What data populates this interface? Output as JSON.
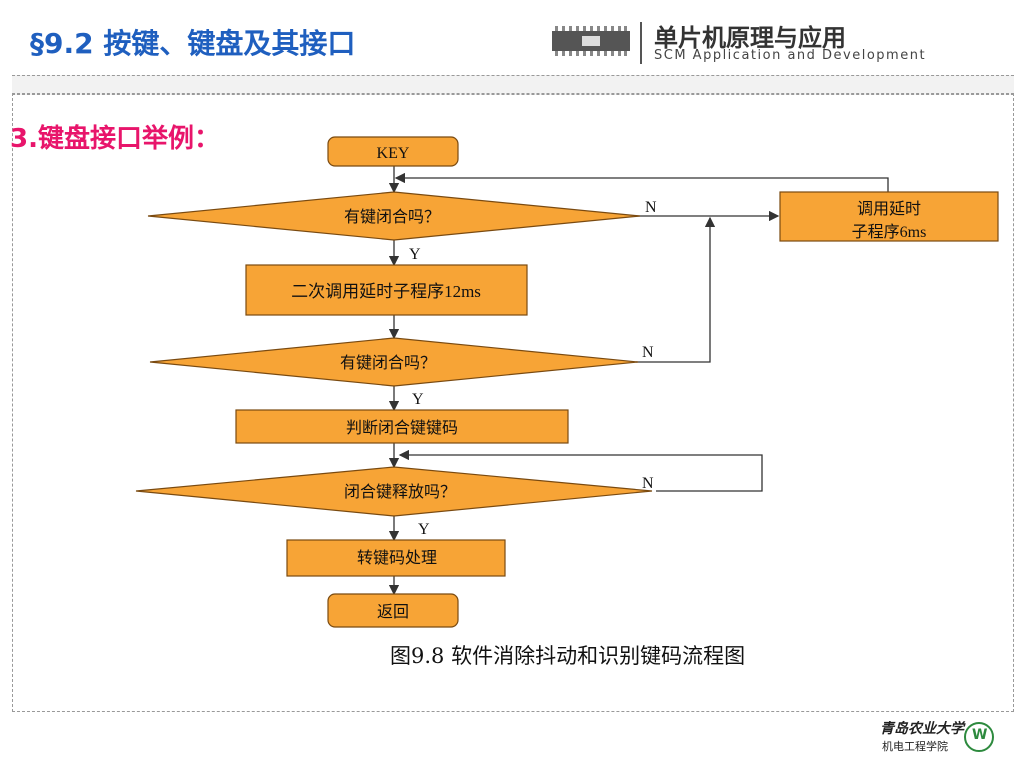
{
  "header": {
    "section_title": "§9.2  按键、键盘及其接口",
    "brand_cn": "单片机原理与应用",
    "brand_en": "SCM Application and Development"
  },
  "subtitle": "3.键盘接口举例：",
  "flowchart": {
    "start": "KEY",
    "decision1": "有键闭合吗？",
    "delay6": "调用延时子程序6ms",
    "delay6_line1": "调用延时",
    "delay6_line2": "子程序6ms",
    "delay12": "二次调用延时子程序12ms",
    "decision2": "有键闭合吗？",
    "judge": "判断闭合键键码",
    "decision3": "闭合键释放吗？",
    "process": "转键码处理",
    "end": "返回",
    "yes": "Y",
    "no": "N"
  },
  "caption": "图9.8  软件消除抖动和识别键码流程图",
  "footer": {
    "university": "青岛农业大学",
    "college": "机电工程学院"
  },
  "colors": {
    "title": "#1f5fbf",
    "subtitle": "#e8156b",
    "box_fill": "#f7a436",
    "box_stroke": "#7a4a10",
    "line": "#333333"
  }
}
